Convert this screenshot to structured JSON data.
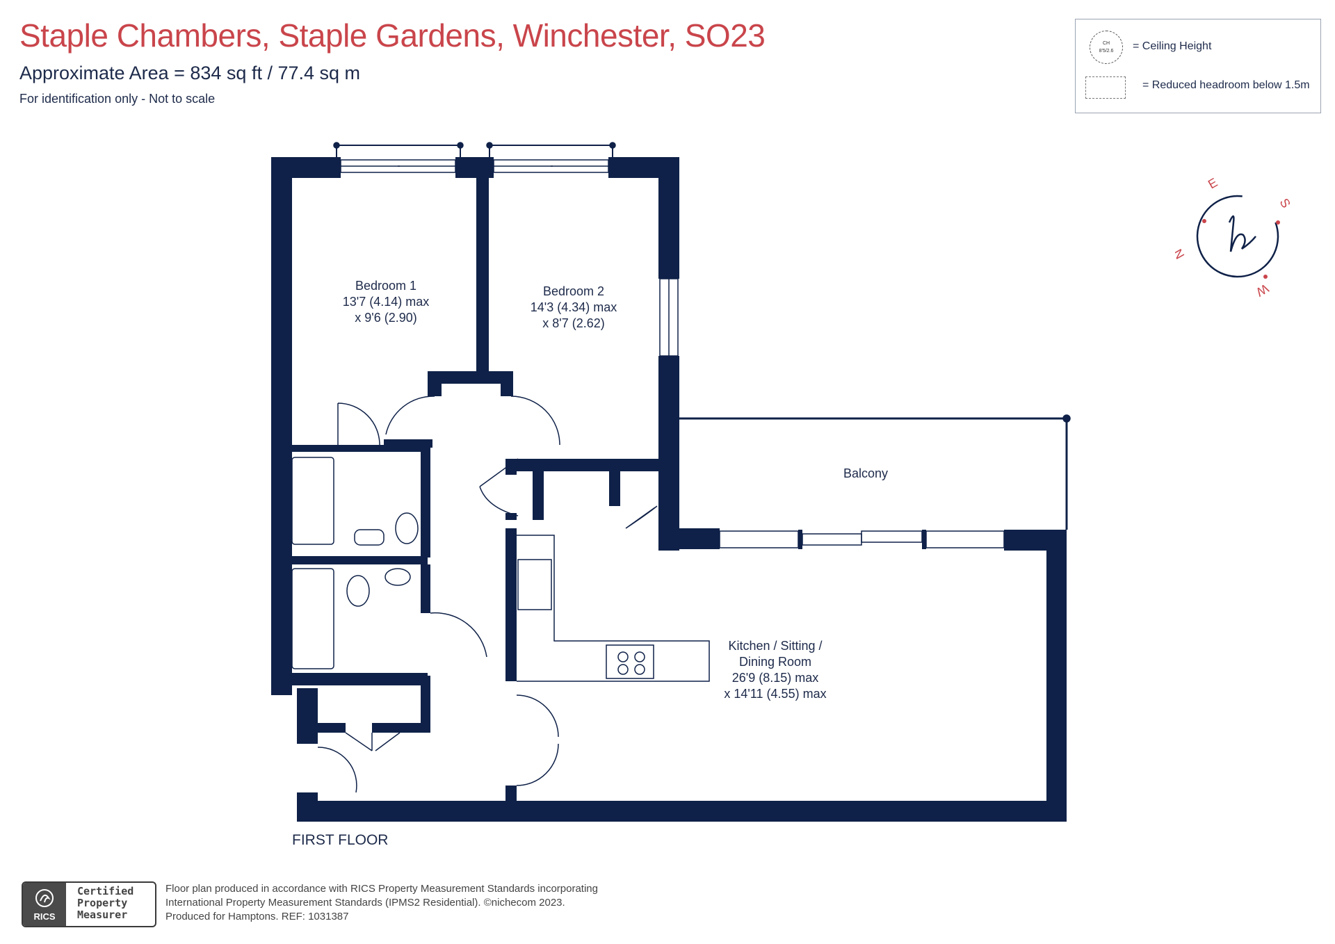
{
  "header": {
    "title": "Staple Chambers, Staple Gardens, Winchester, SO23",
    "area": "Approximate Area = 834  sq ft / 77.4  sq m",
    "note": "For identification only - Not to scale"
  },
  "legend": {
    "ceiling_label": "= Ceiling Height",
    "ceiling_symbol_top": "CH",
    "ceiling_symbol_value": "8'5/2.6",
    "headroom_label": "= Reduced headroom below 1.5m"
  },
  "compass": {
    "letters": [
      "E",
      "S",
      "N",
      "W"
    ],
    "logo": "h"
  },
  "rooms": {
    "bedroom1": {
      "name": "Bedroom 1",
      "dim1": "13'7 (4.14) max",
      "dim2": "x 9'6 (2.90)"
    },
    "bedroom2": {
      "name": "Bedroom 2",
      "dim1": "14'3 (4.34) max",
      "dim2": "x 8'7 (2.62)"
    },
    "balcony": {
      "name": "Balcony"
    },
    "kitchen": {
      "name1": "Kitchen / Sitting /",
      "name2": "Dining Room",
      "dim1": "26'9 (8.15) max",
      "dim2": "x 14'11 (4.55) max"
    }
  },
  "floor_label": "FIRST FLOOR",
  "rics": {
    "logo_word": "RICS",
    "line1": "Certified",
    "line2": "Property",
    "line3": "Measurer"
  },
  "footer": {
    "line1": "Floor plan produced in accordance with RICS Property Measurement Standards incorporating",
    "line2": "International Property Measurement Standards (IPMS2 Residential).  ©nichecom  2023.",
    "line3": "Produced for Hamptons.   REF:   1031387"
  },
  "colors": {
    "wall": "#0f2148",
    "title": "#c9454b",
    "text": "#1d2a4a"
  }
}
